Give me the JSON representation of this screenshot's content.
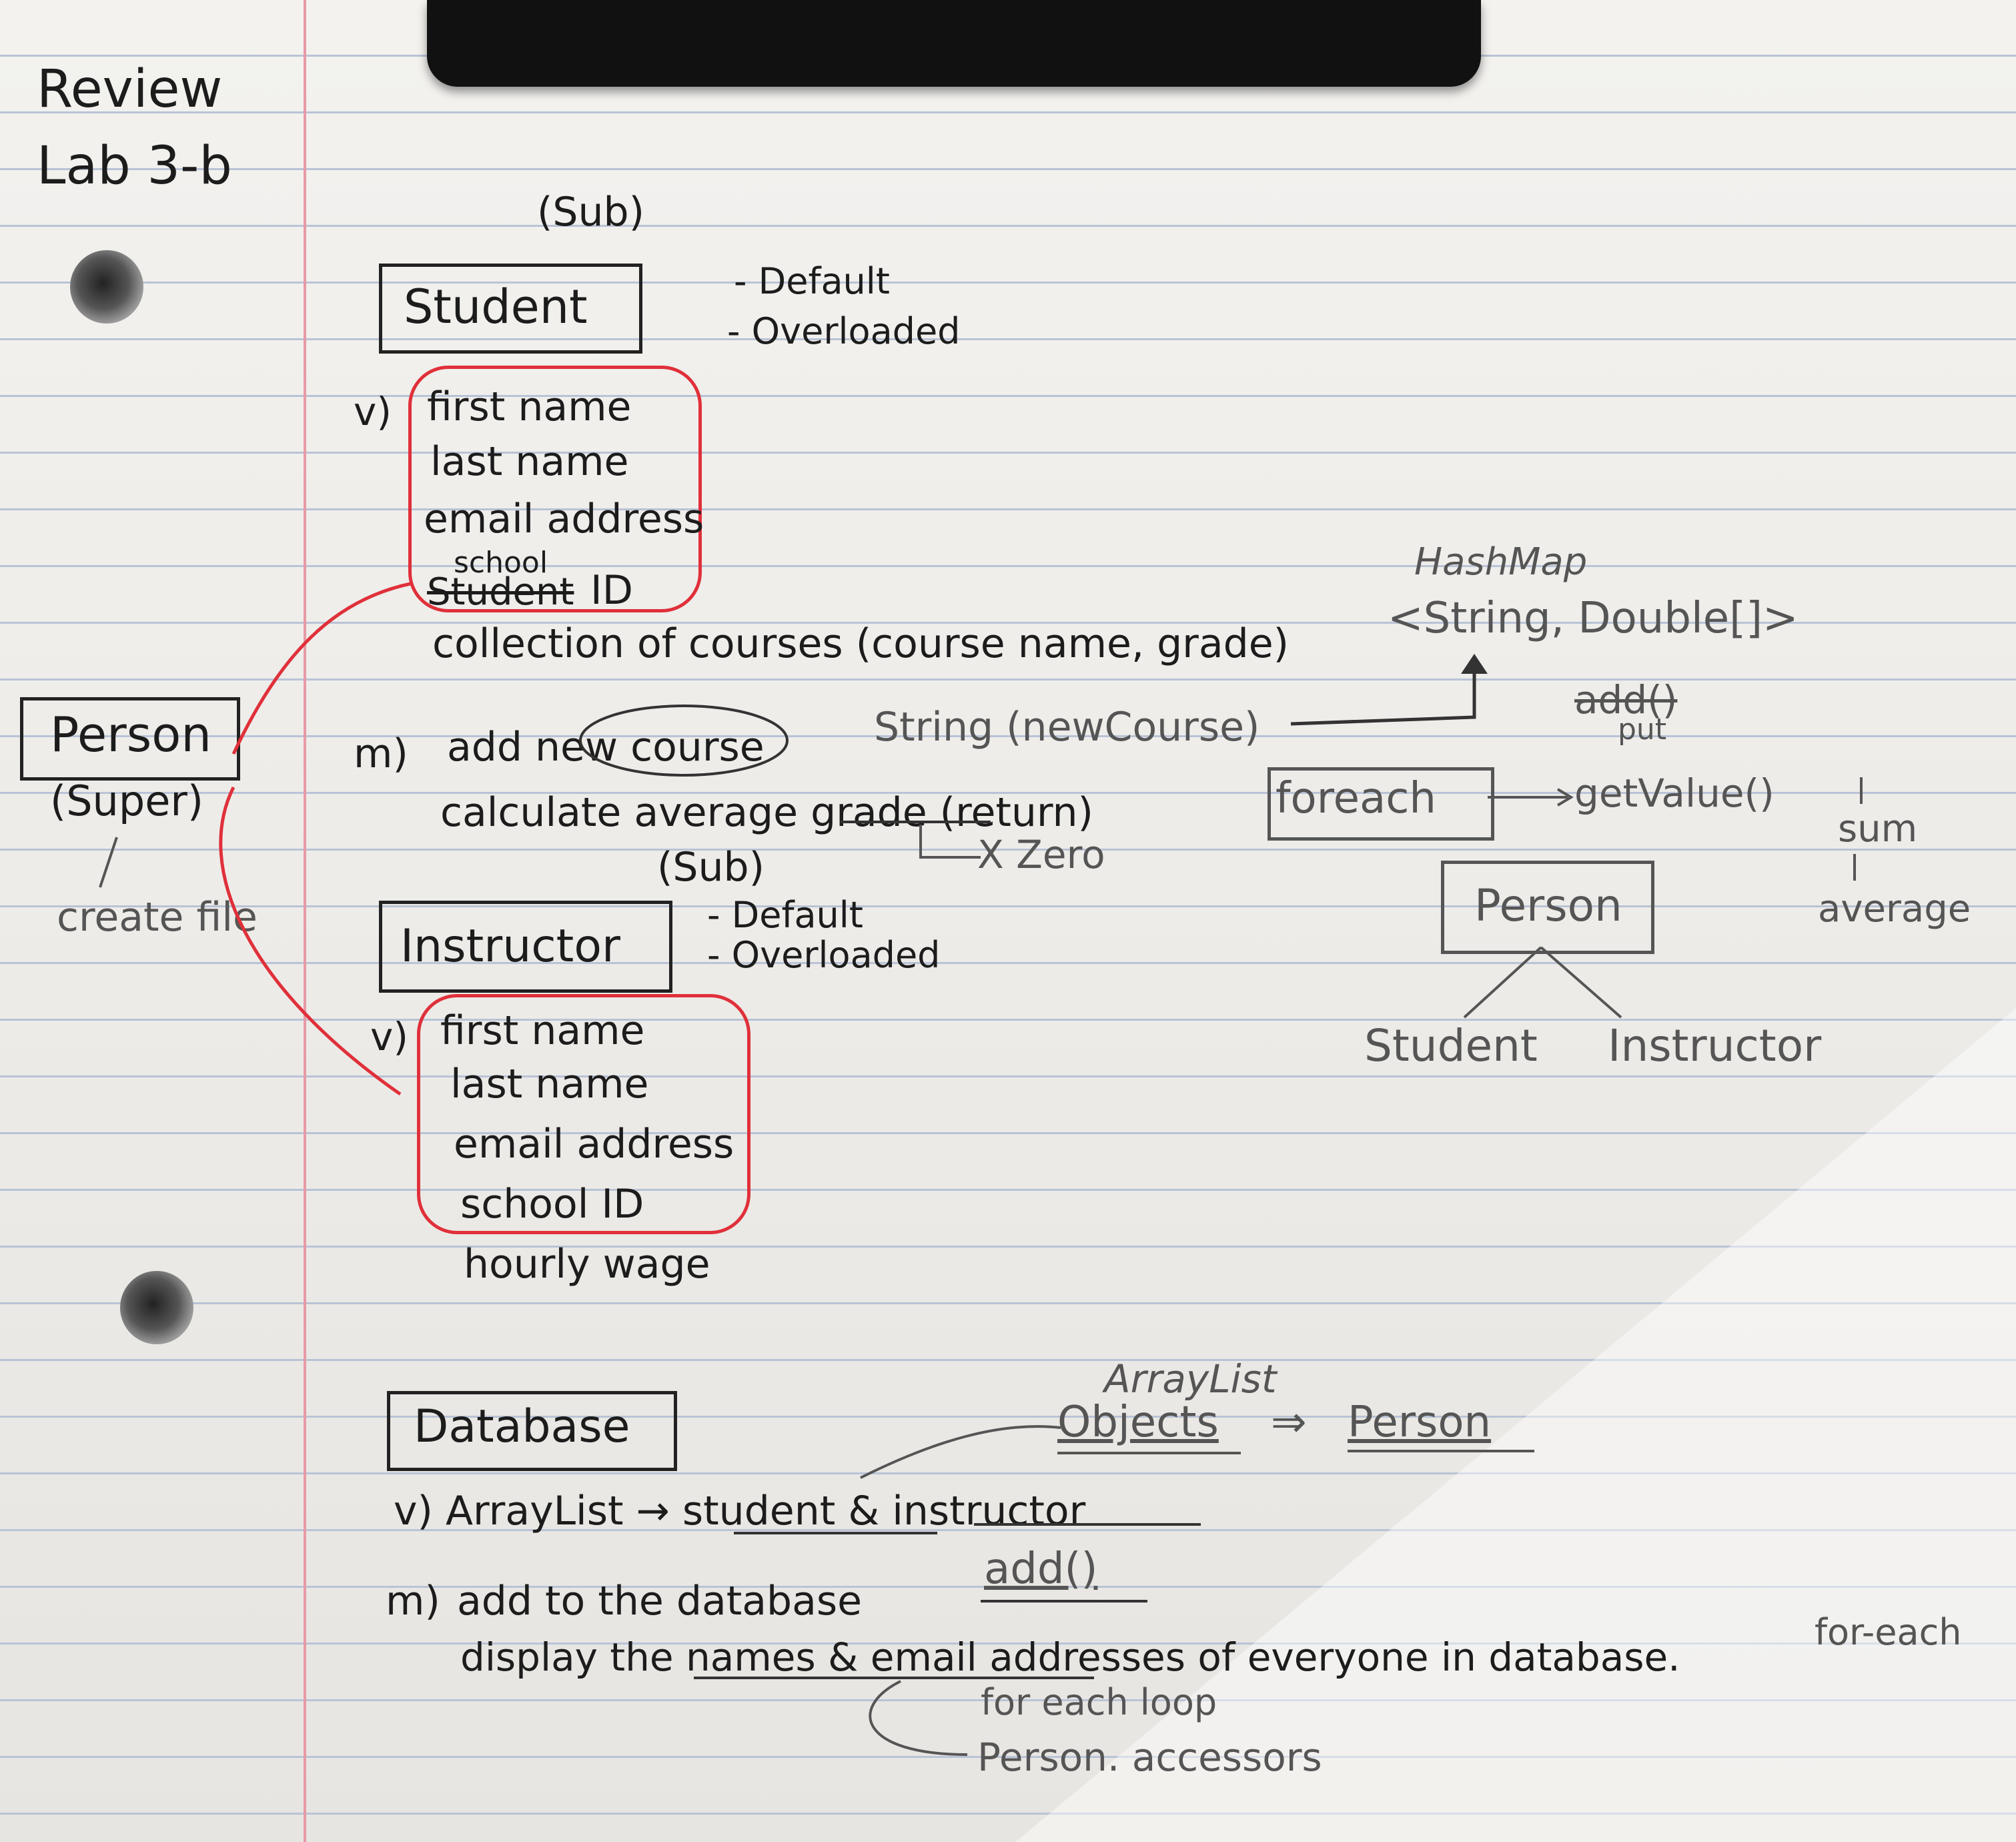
{
  "heading": {
    "line1": "Review",
    "line2": "Lab 3-b"
  },
  "student": {
    "role": "(Sub)",
    "name": "Student",
    "constructors": [
      "- Default",
      "- Overloaded"
    ],
    "v_marker": "v)",
    "variables": [
      "first name",
      "last name",
      "email address"
    ],
    "school_insert": "school",
    "id_struck": "Student",
    "id_word": "ID",
    "collection": "collection of courses (course name, grade)",
    "hashmap_label": "HashMap",
    "hashmap_types": "<String, Double[]>",
    "m_marker": "m)",
    "method_add": "add new course",
    "string_param": "String (newCourse)",
    "add_struck": "add()",
    "put": "put",
    "method_avg": "calculate average grade (return)",
    "x_zero": "X Zero",
    "foreach": "foreach",
    "getvalue": "getValue()",
    "sum": "sum",
    "average": "average"
  },
  "person": {
    "name": "Person",
    "role": "(Super)",
    "note": "create file"
  },
  "hierarchy": {
    "parent": "Person",
    "children": [
      "Student",
      "Instructor"
    ]
  },
  "instructor": {
    "role": "(Sub)",
    "name": "Instructor",
    "constructors": [
      "- Default",
      "- Overloaded"
    ],
    "v_marker": "v)",
    "variables": [
      "first name",
      "last name",
      "email address",
      "school ID"
    ],
    "extra": "hourly wage"
  },
  "database": {
    "name": "Database",
    "arraylist_label": "ArrayList",
    "objects": "Objects",
    "arrow": "⇒",
    "person": "Person",
    "v_line": "v) ArrayList → student & instructor",
    "m_marker": "m)",
    "add_text": "add to the database",
    "add_method": "add()",
    "display": "display the names & email addresses of everyone in database.",
    "foreach_short": "for-each",
    "for_each_loop": "for each loop",
    "person_accessors": "Person. accessors"
  },
  "colors": {
    "ink": "#1c1c1c",
    "red": "#e0303a",
    "pencil": "#555555",
    "paper": "#f3f2ef"
  }
}
